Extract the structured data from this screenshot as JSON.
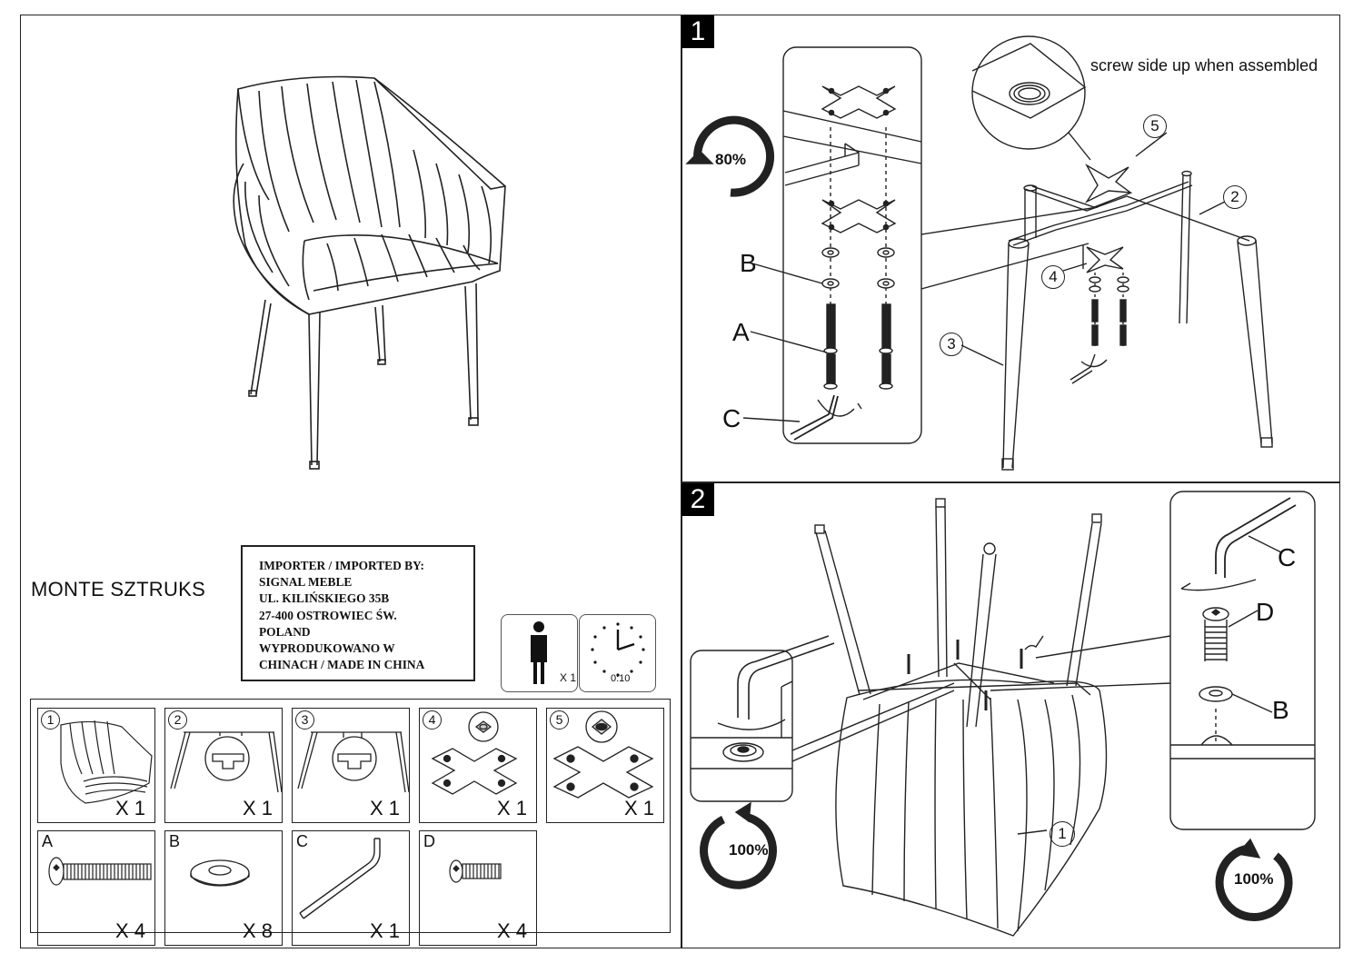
{
  "product_name": "MONTE SZTRUKS",
  "importer_lines": [
    "IMPORTER / IMPORTED BY:",
    "SIGNAL MEBLE",
    "UL. KILIŃSKIEGO 35B",
    "27-400 OSTROWIEC ŚW.",
    "POLAND",
    "WYPRODUKOWANO W",
    "CHINACH / MADE IN CHINA"
  ],
  "persons_label": "X 1",
  "time_label": "0:10",
  "parts": [
    {
      "label": "1",
      "qty": "X 1",
      "icon": "chair-seat-icon"
    },
    {
      "label": "2",
      "qty": "X 1",
      "icon": "front-leg-frame-icon"
    },
    {
      "label": "3",
      "qty": "X 1",
      "icon": "rear-leg-frame-icon"
    },
    {
      "label": "4",
      "qty": "X 1",
      "icon": "cross-plate-icon"
    },
    {
      "label": "5",
      "qty": "X 1",
      "icon": "cross-plate-threaded-icon"
    },
    {
      "label": "A",
      "qty": "X 4",
      "icon": "long-bolt-icon"
    },
    {
      "label": "B",
      "qty": "X 8",
      "icon": "washer-icon"
    },
    {
      "label": "C",
      "qty": "X 1",
      "icon": "allen-key-icon"
    },
    {
      "label": "D",
      "qty": "X 4",
      "icon": "short-bolt-icon"
    }
  ],
  "steps": [
    {
      "number": "1",
      "tighten": "80%",
      "note": "screw side up when assembled",
      "callouts": [
        "B",
        "A",
        "C",
        "5",
        "2",
        "4",
        "3"
      ]
    },
    {
      "number": "2",
      "tighten_left": "100%",
      "tighten_right": "100%",
      "callouts": [
        "C",
        "D",
        "B",
        "1"
      ]
    }
  ]
}
